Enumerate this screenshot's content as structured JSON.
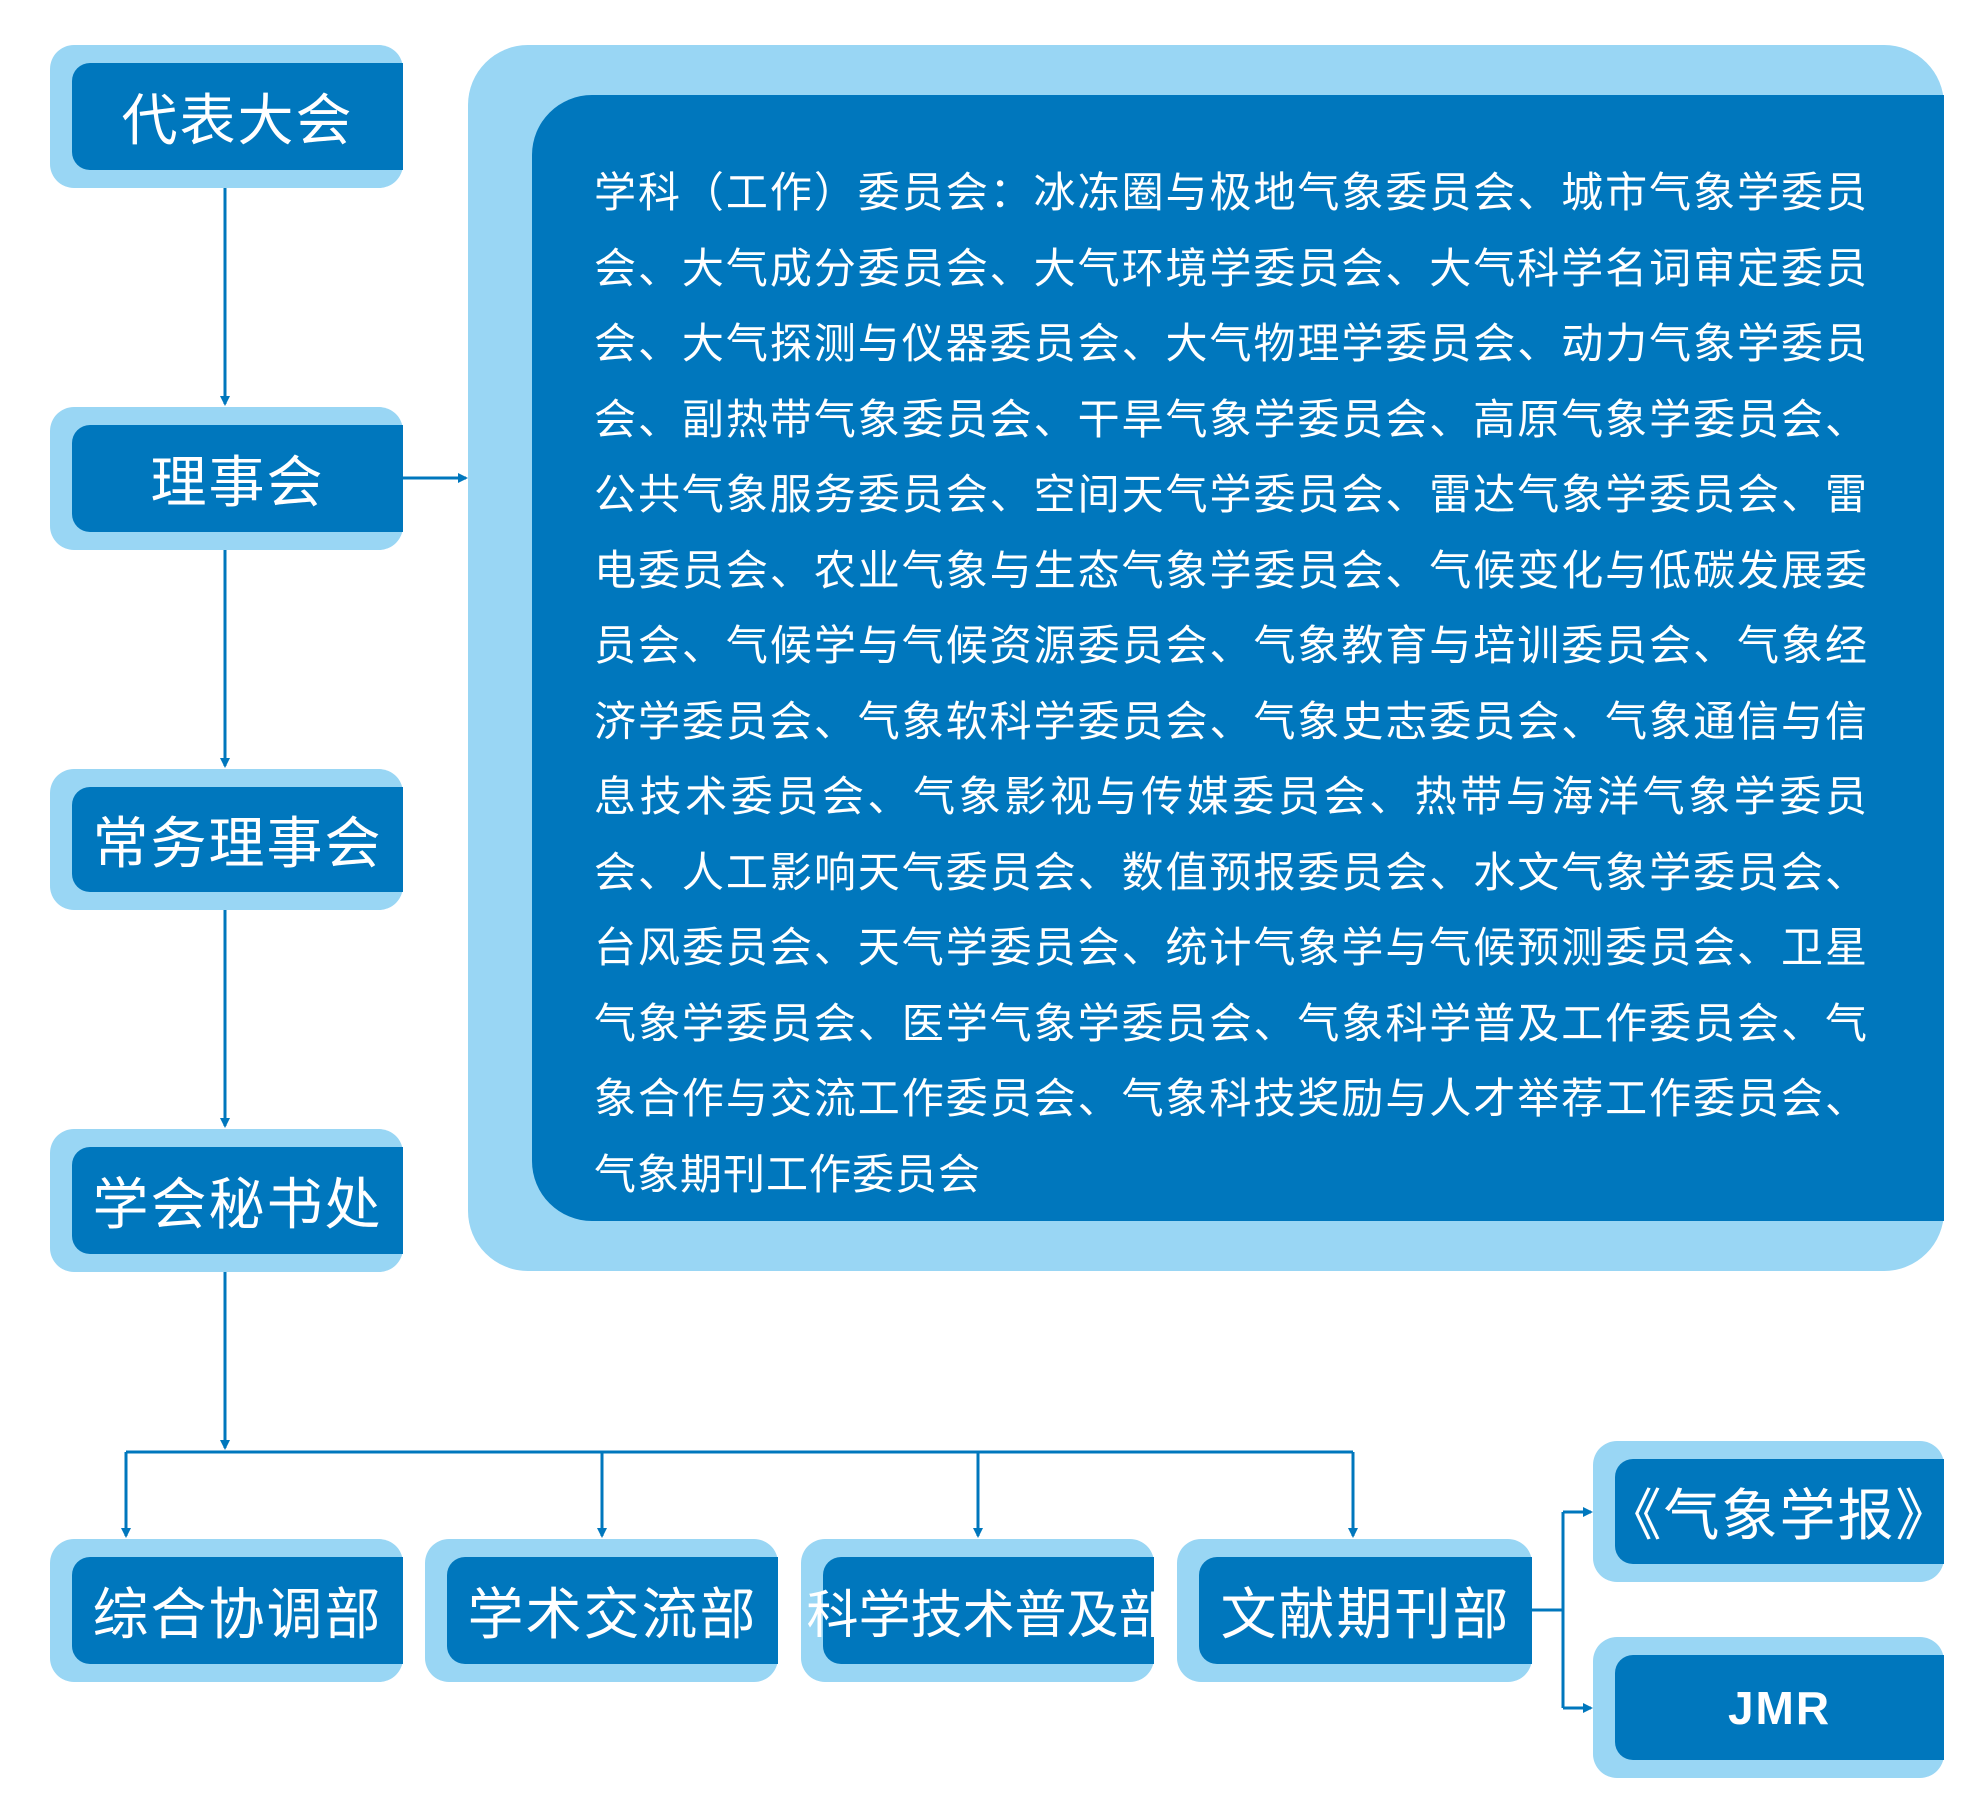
{
  "colors": {
    "outer": "#99d6f4",
    "inner": "#0077bd",
    "line": "#0077bd",
    "text": "#ffffff"
  },
  "nodes": {
    "congress": "代表大会",
    "council": "理事会",
    "standing_council": "常务理事会",
    "secretariat": "学会秘书处",
    "dept_coordination": "综合协调部",
    "dept_academic": "学术交流部",
    "dept_popularization": "科学技术普及部",
    "dept_publications": "文献期刊部",
    "journal_acta": "《气象学报》",
    "journal_jmr": "JMR"
  },
  "committees_text": "学科（工作）委员会：冰冻圈与极地气象委员会、城市气象学委员会、大气成分委员会、大气环境学委员会、大气科学名词审定委员会、大气探测与仪器委员会、大气物理学委员会、动力气象学委员会、副热带气象委员会、干旱气象学委员会、高原气象学委员会、公共气象服务委员会、空间天气学委员会、雷达气象学委员会、雷电委员会、农业气象与生态气象学委员会、气候变化与低碳发展委员会、气候学与气候资源委员会、气象教育与培训委员会、气象经济学委员会、气象软科学委员会、气象史志委员会、气象通信与信息技术委员会、气象影视与传媒委员会、热带与海洋气象学委员会、人工影响天气委员会、数值预报委员会、水文气象学委员会、台风委员会、天气学委员会、统计气象学与气候预测委员会、卫星气象学委员会、医学气象学委员会、气象科学普及工作委员会、气象合作与交流工作委员会、气象科技奖励与人才举荐工作委员会、气象期刊工作委员会"
}
